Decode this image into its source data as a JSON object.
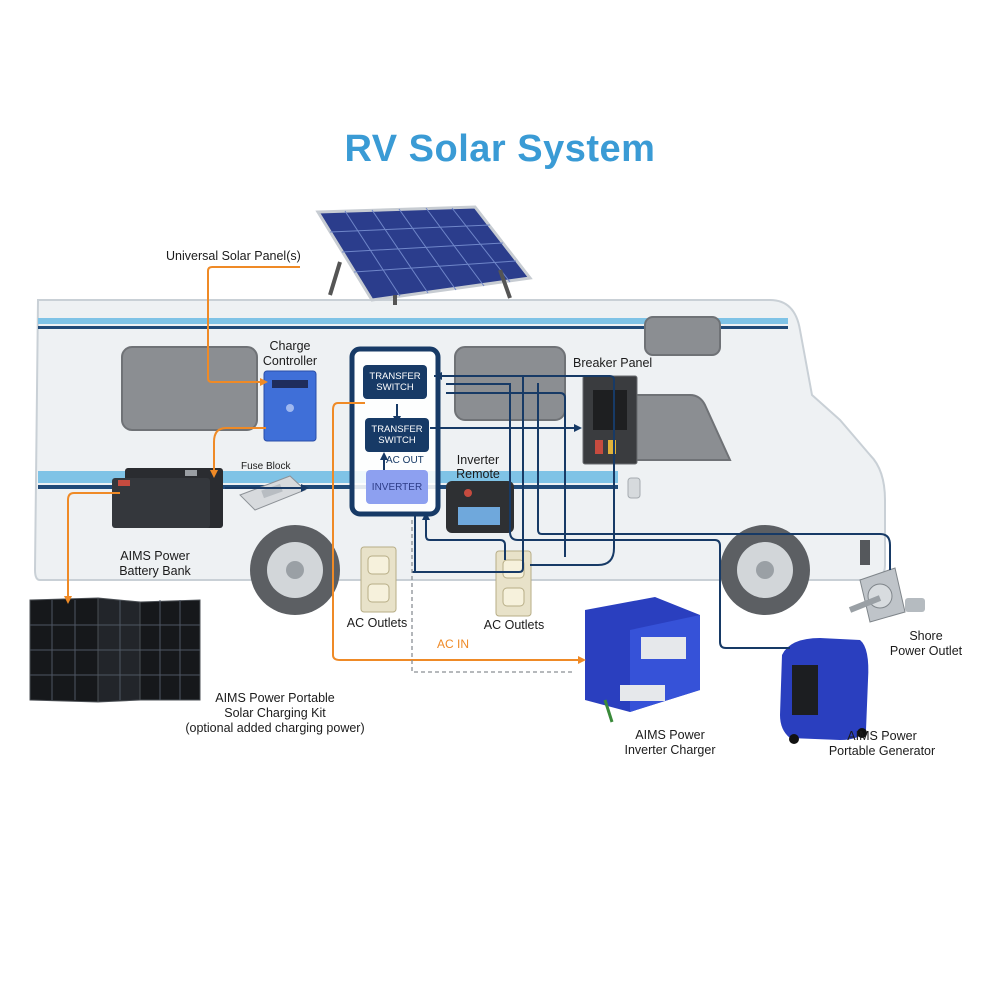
{
  "title": "RV Solar System",
  "colors": {
    "title": "#3a9bd5",
    "dc_wire": "#ef8a26",
    "ac_wire": "#173a66",
    "panel_box": "#173a66",
    "inverter_fill": "#8da0f0",
    "device_blue": "#2a3fbf"
  },
  "labels": {
    "solar_panel": "Universal Solar Panel(s)",
    "charge_controller_1": "Charge",
    "charge_controller_2": "Controller",
    "breaker_panel": "Breaker Panel",
    "fuse_block": "Fuse Block",
    "inverter_remote_1": "Inverter",
    "inverter_remote_2": "Remote",
    "battery_bank_1": "AIMS Power",
    "battery_bank_2": "Battery Bank",
    "ac_outlets_left": "AC Outlets",
    "ac_outlets_right": "AC Outlets",
    "ac_in": "AC IN",
    "ac_out": "AC OUT",
    "portable_kit_1": "AIMS Power Portable",
    "portable_kit_2": "Solar Charging Kit",
    "portable_kit_3": "(optional added charging power)",
    "inverter_charger_1": "AIMS Power",
    "inverter_charger_2": "Inverter Charger",
    "shore_1": "Shore",
    "shore_2": "Power Outlet",
    "generator_1": "AIMS Power",
    "generator_2": "Portable Generator"
  },
  "panel": {
    "transfer_switch_top": "TRANSFER SWITCH",
    "transfer_switch_mid": "TRANSFER SWITCH",
    "inverter": "INVERTER"
  }
}
